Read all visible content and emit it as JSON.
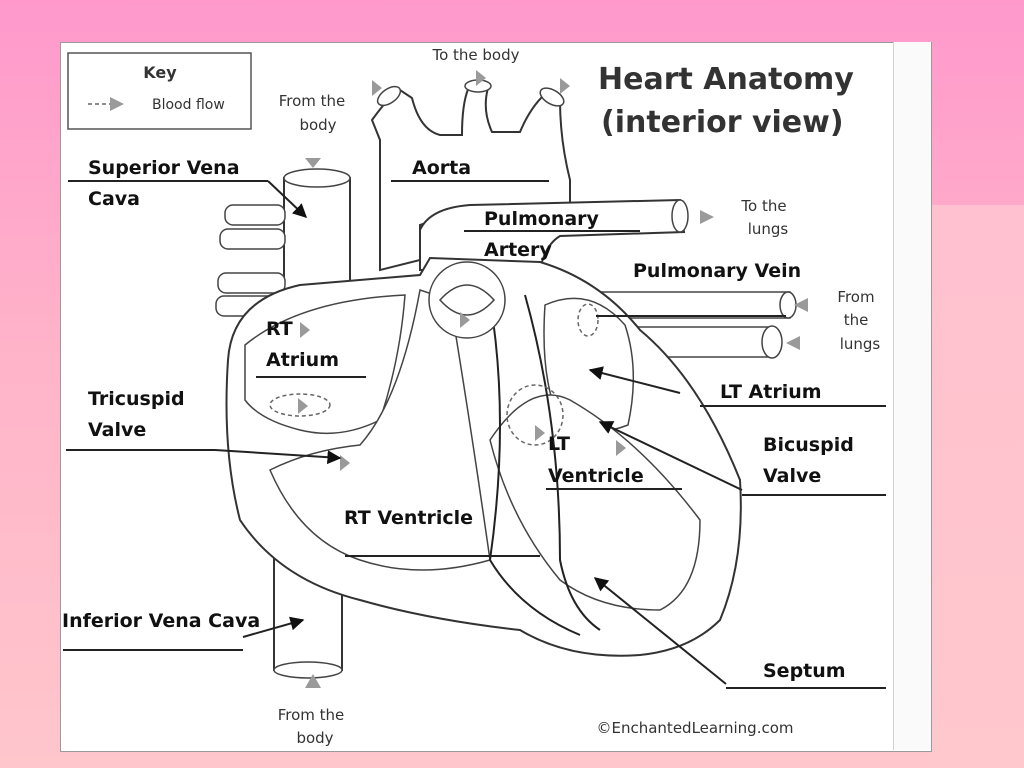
{
  "title": {
    "line1": "Heart Anatomy",
    "line2": "(interior view)"
  },
  "key": {
    "heading": "Key",
    "item": "Blood flow"
  },
  "printed_notes": {
    "to_body_top": "To the body",
    "from_body_top": [
      "From the",
      "body"
    ],
    "to_lungs": [
      "To the",
      "lungs"
    ],
    "from_lungs": [
      "From",
      "the",
      "lungs"
    ],
    "from_body_bottom": [
      "From the",
      "body"
    ],
    "copyright": "©EnchantedLearning.com"
  },
  "labels": {
    "superior_vena_cava": [
      "Superior Vena",
      "Cava"
    ],
    "aorta": "Aorta",
    "pulmonary_artery": [
      "Pulmonary",
      "Artery"
    ],
    "pulmonary_vein": "Pulmonary Vein",
    "rt_atrium": [
      "RT",
      "Atrium"
    ],
    "lt_atrium": "LT Atrium",
    "tricuspid_valve": [
      "Tricuspid",
      "Valve"
    ],
    "bicuspid_valve": [
      "Bicuspid",
      "Valve"
    ],
    "lt_ventricle": [
      "LT",
      "Ventricle"
    ],
    "rt_ventricle": "RT Ventricle",
    "inferior_vena_cava": "Inferior Vena Cava",
    "septum": "Septum"
  },
  "colors": {
    "background": "#ff99cc",
    "panel": "#ffffff",
    "ink": "#111111",
    "flow_arrow": "#9a9a9a"
  },
  "icons": {
    "blood_flow": "dashed-arrow-icon",
    "pointer": "arrow-icon"
  }
}
